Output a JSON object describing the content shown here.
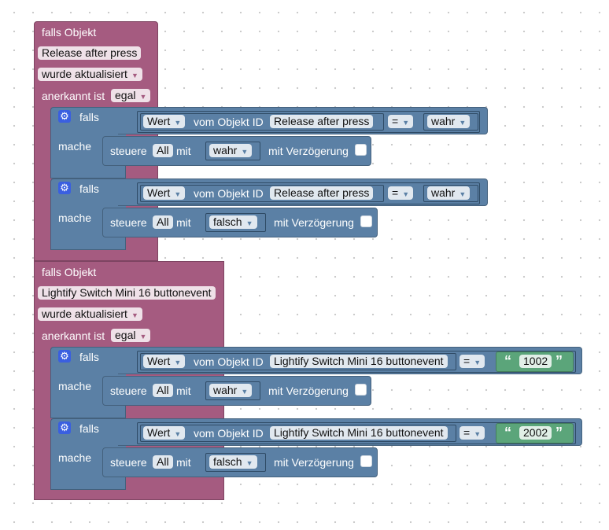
{
  "blocks": [
    {
      "header": "falls Objekt",
      "object_name": "Release after press",
      "event": "wurde aktualisiert",
      "ack_label": "anerkannt ist",
      "ack_value": "egal",
      "ifs": [
        {
          "if_label": "falls",
          "value_label": "Wert",
          "vom_label": "vom Objekt ID",
          "object_id": "Release after press",
          "op": "=",
          "compare": "wahr",
          "then_label": "mache",
          "steuere": "steuere",
          "all": "All",
          "mit": "mit",
          "set_value": "wahr",
          "delay_label": "mit Verzögerung"
        },
        {
          "if_label": "falls",
          "value_label": "Wert",
          "vom_label": "vom Objekt ID",
          "object_id": "Release after press",
          "op": "=",
          "compare": "wahr",
          "then_label": "mache",
          "steuere": "steuere",
          "all": "All",
          "mit": "mit",
          "set_value": "falsch",
          "delay_label": "mit Verzögerung"
        }
      ]
    },
    {
      "header": "falls Objekt",
      "object_name": "Lightify Switch Mini 16 buttonevent",
      "event": "wurde aktualisiert",
      "ack_label": "anerkannt ist",
      "ack_value": "egal",
      "ifs": [
        {
          "if_label": "falls",
          "value_label": "Wert",
          "vom_label": "vom Objekt ID",
          "object_id": "Lightify Switch Mini 16 buttonevent",
          "op": "=",
          "compare": "1002",
          "then_label": "mache",
          "steuere": "steuere",
          "all": "All",
          "mit": "mit",
          "set_value": "wahr",
          "delay_label": "mit Verzögerung"
        },
        {
          "if_label": "falls",
          "value_label": "Wert",
          "vom_label": "vom Objekt ID",
          "object_id": "Lightify Switch Mini 16 buttonevent",
          "op": "=",
          "compare": "2002",
          "then_label": "mache",
          "steuere": "steuere",
          "all": "All",
          "mit": "mit",
          "set_value": "falsch",
          "delay_label": "mit Verzögerung"
        }
      ]
    }
  ],
  "colors": {
    "trigger": "#a55b80",
    "logic": "#5b80a5",
    "text": "#5ba57a",
    "gear": "#3a5fe0"
  },
  "icons": {
    "gear": "gear-icon",
    "dropdown": "chevron-down-icon",
    "quote_open": "“",
    "quote_close": "”"
  }
}
